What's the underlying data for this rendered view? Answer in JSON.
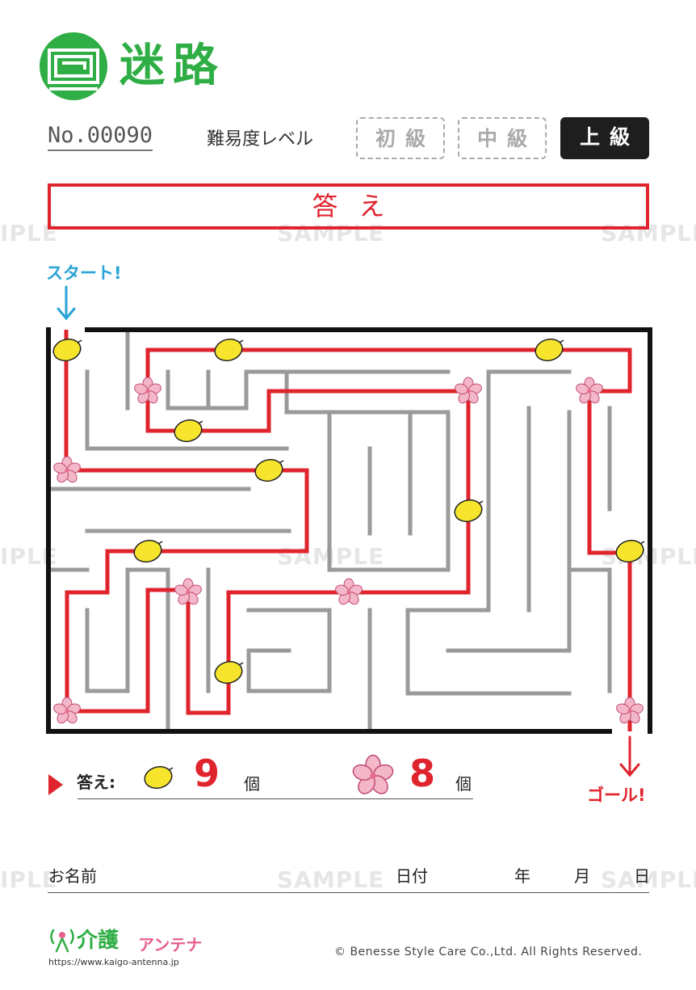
{
  "header": {
    "title": "迷路",
    "puzzle_no": "No.00090",
    "difficulty_label": "難易度レベル",
    "levels": [
      {
        "label": "初級",
        "selected": false
      },
      {
        "label": "中級",
        "selected": false
      },
      {
        "label": "上級",
        "selected": true
      }
    ]
  },
  "answer_banner": "答え",
  "watermark": "SAMPLE",
  "watermark_partial": "IPLE",
  "maze": {
    "start_label": "スタート!",
    "goal_label": "ゴール!",
    "item_icons": [
      "lemon-icon",
      "sakura-icon"
    ]
  },
  "answer_row": {
    "label": "答え:",
    "lemon_count": "9",
    "sakura_count": "8",
    "unit": "個"
  },
  "name_row": {
    "name": "お名前",
    "date": "日付",
    "year": "年",
    "month": "月",
    "day": "日"
  },
  "footer": {
    "brand": "介護",
    "brand_katakana": "アンテナ",
    "url": "https://www.kaigo-antenna.jp",
    "copyright": "© Benesse Style Care Co.,Ltd. All Rights Reserved."
  },
  "colors": {
    "brand_green": "#2fae45",
    "answer_red": "#e0242e",
    "start_blue": "#2aa3d6",
    "lemon_yellow": "#f6e52c",
    "sakura_pink": "#f4b7c9"
  }
}
